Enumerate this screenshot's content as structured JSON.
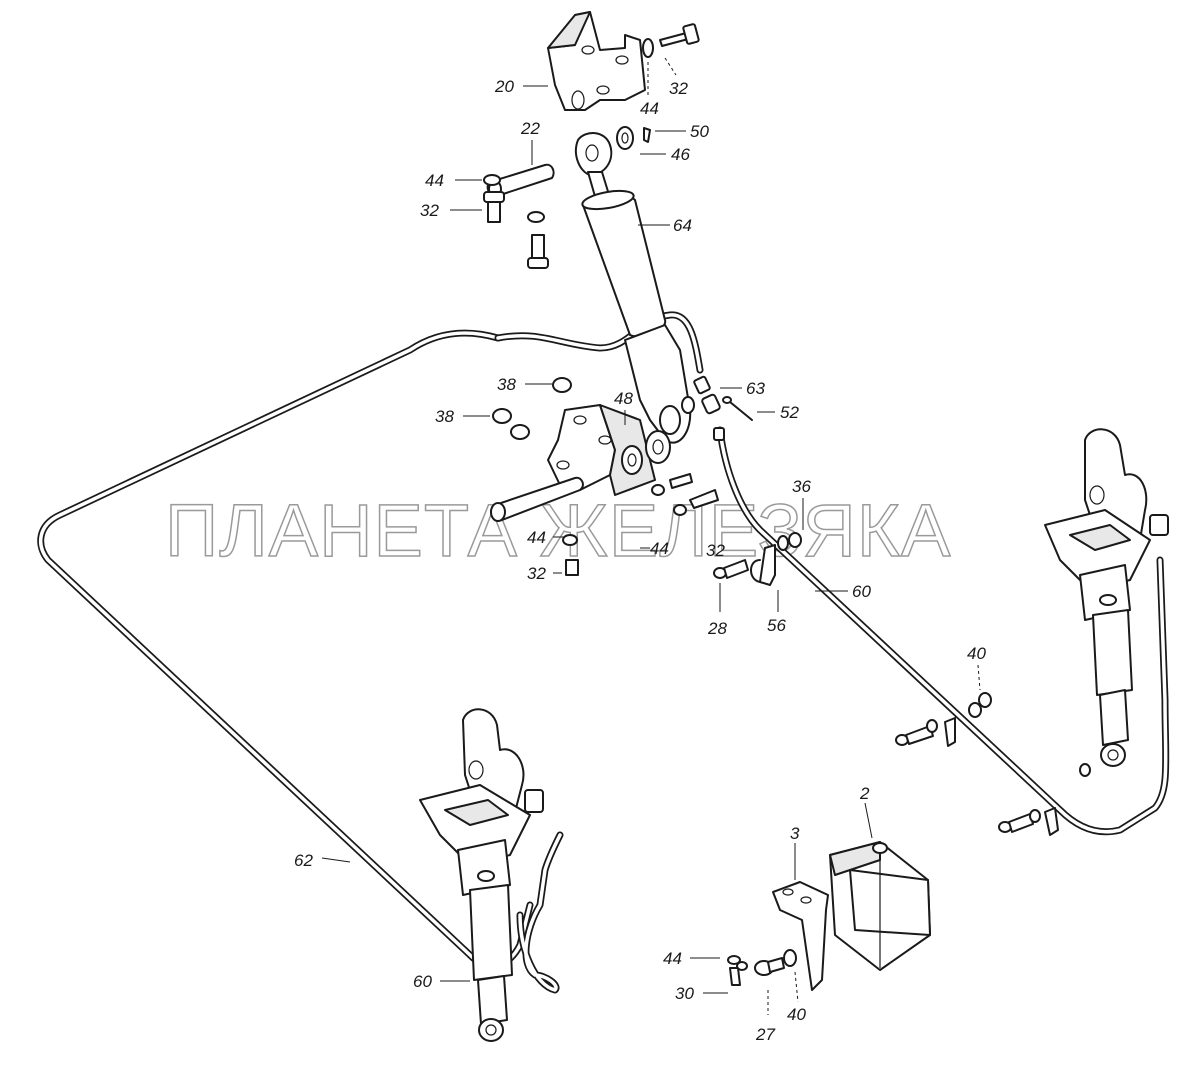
{
  "watermark": "ПЛАНЕТА ЖЕЛЕЗЯКА",
  "callouts": {
    "c20": "20",
    "c32a": "32",
    "c44a": "44",
    "c22": "22",
    "c50": "50",
    "c46": "46",
    "c44b": "44",
    "c32b": "32",
    "c64": "64",
    "c38a": "38",
    "c38b": "38",
    "c48": "48",
    "c63": "63",
    "c52": "52",
    "c36": "36",
    "c44c": "44",
    "c44d": "44",
    "c32c": "32",
    "c32d": "32",
    "c60a": "60",
    "c28": "28",
    "c56": "56",
    "c40a": "40",
    "c2": "2",
    "c3": "3",
    "c62": "62",
    "c44e": "44",
    "c60b": "60",
    "c30": "30",
    "c27": "27",
    "c40b": "40"
  }
}
